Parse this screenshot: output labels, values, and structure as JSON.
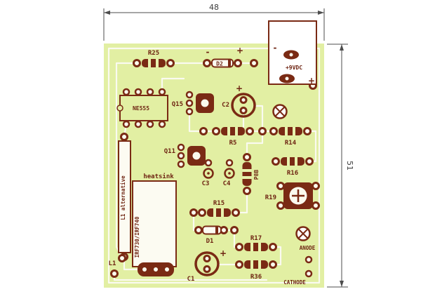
{
  "pcb": {
    "dim_width": "48",
    "dim_height": "51",
    "colors": {
      "board": "#e2efa3",
      "component": "#7a2a14",
      "trace": "#fafaf0",
      "connector_fill": "#ffffff"
    },
    "labels": {
      "r25": "R25",
      "d2": "D2",
      "minus": "-",
      "plus": "+",
      "battery": "+9VDC",
      "ne555": "NE555",
      "q15": "Q15",
      "c2": "C2",
      "r5": "R5",
      "r14": "R14",
      "q11": "Q11",
      "r16": "R16",
      "c3": "C3",
      "c4": "C4",
      "p8b": "P8B",
      "r19": "R19",
      "heatsink": "heatsink",
      "l1_alt": "L1 alternative",
      "mosfet": "IRF730/IRF740",
      "r15": "R15",
      "d1": "D1",
      "r17": "R17",
      "r36": "R36",
      "l1": "L1",
      "c1": "C1",
      "anode": "ANODE",
      "cathode": "CATHODE"
    }
  }
}
